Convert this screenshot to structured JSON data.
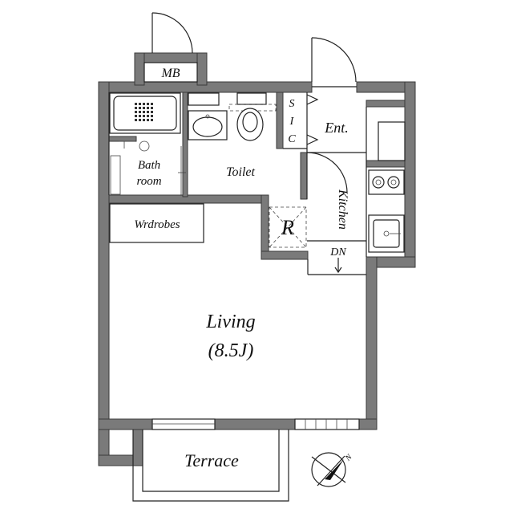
{
  "rooms": {
    "mb": "MB",
    "sic": [
      "S",
      "I",
      "C"
    ],
    "entrance": "Ent.",
    "bath_line1": "Bath",
    "bath_line2": "room",
    "toilet": "Toilet",
    "wardrobes": "Wrdrobes",
    "refrigerator": "R",
    "kitchen": "Kitchen",
    "down": "DN",
    "living": "Living",
    "living_size": "(8.5J)",
    "terrace": "Terrace",
    "compass_north": "N"
  }
}
